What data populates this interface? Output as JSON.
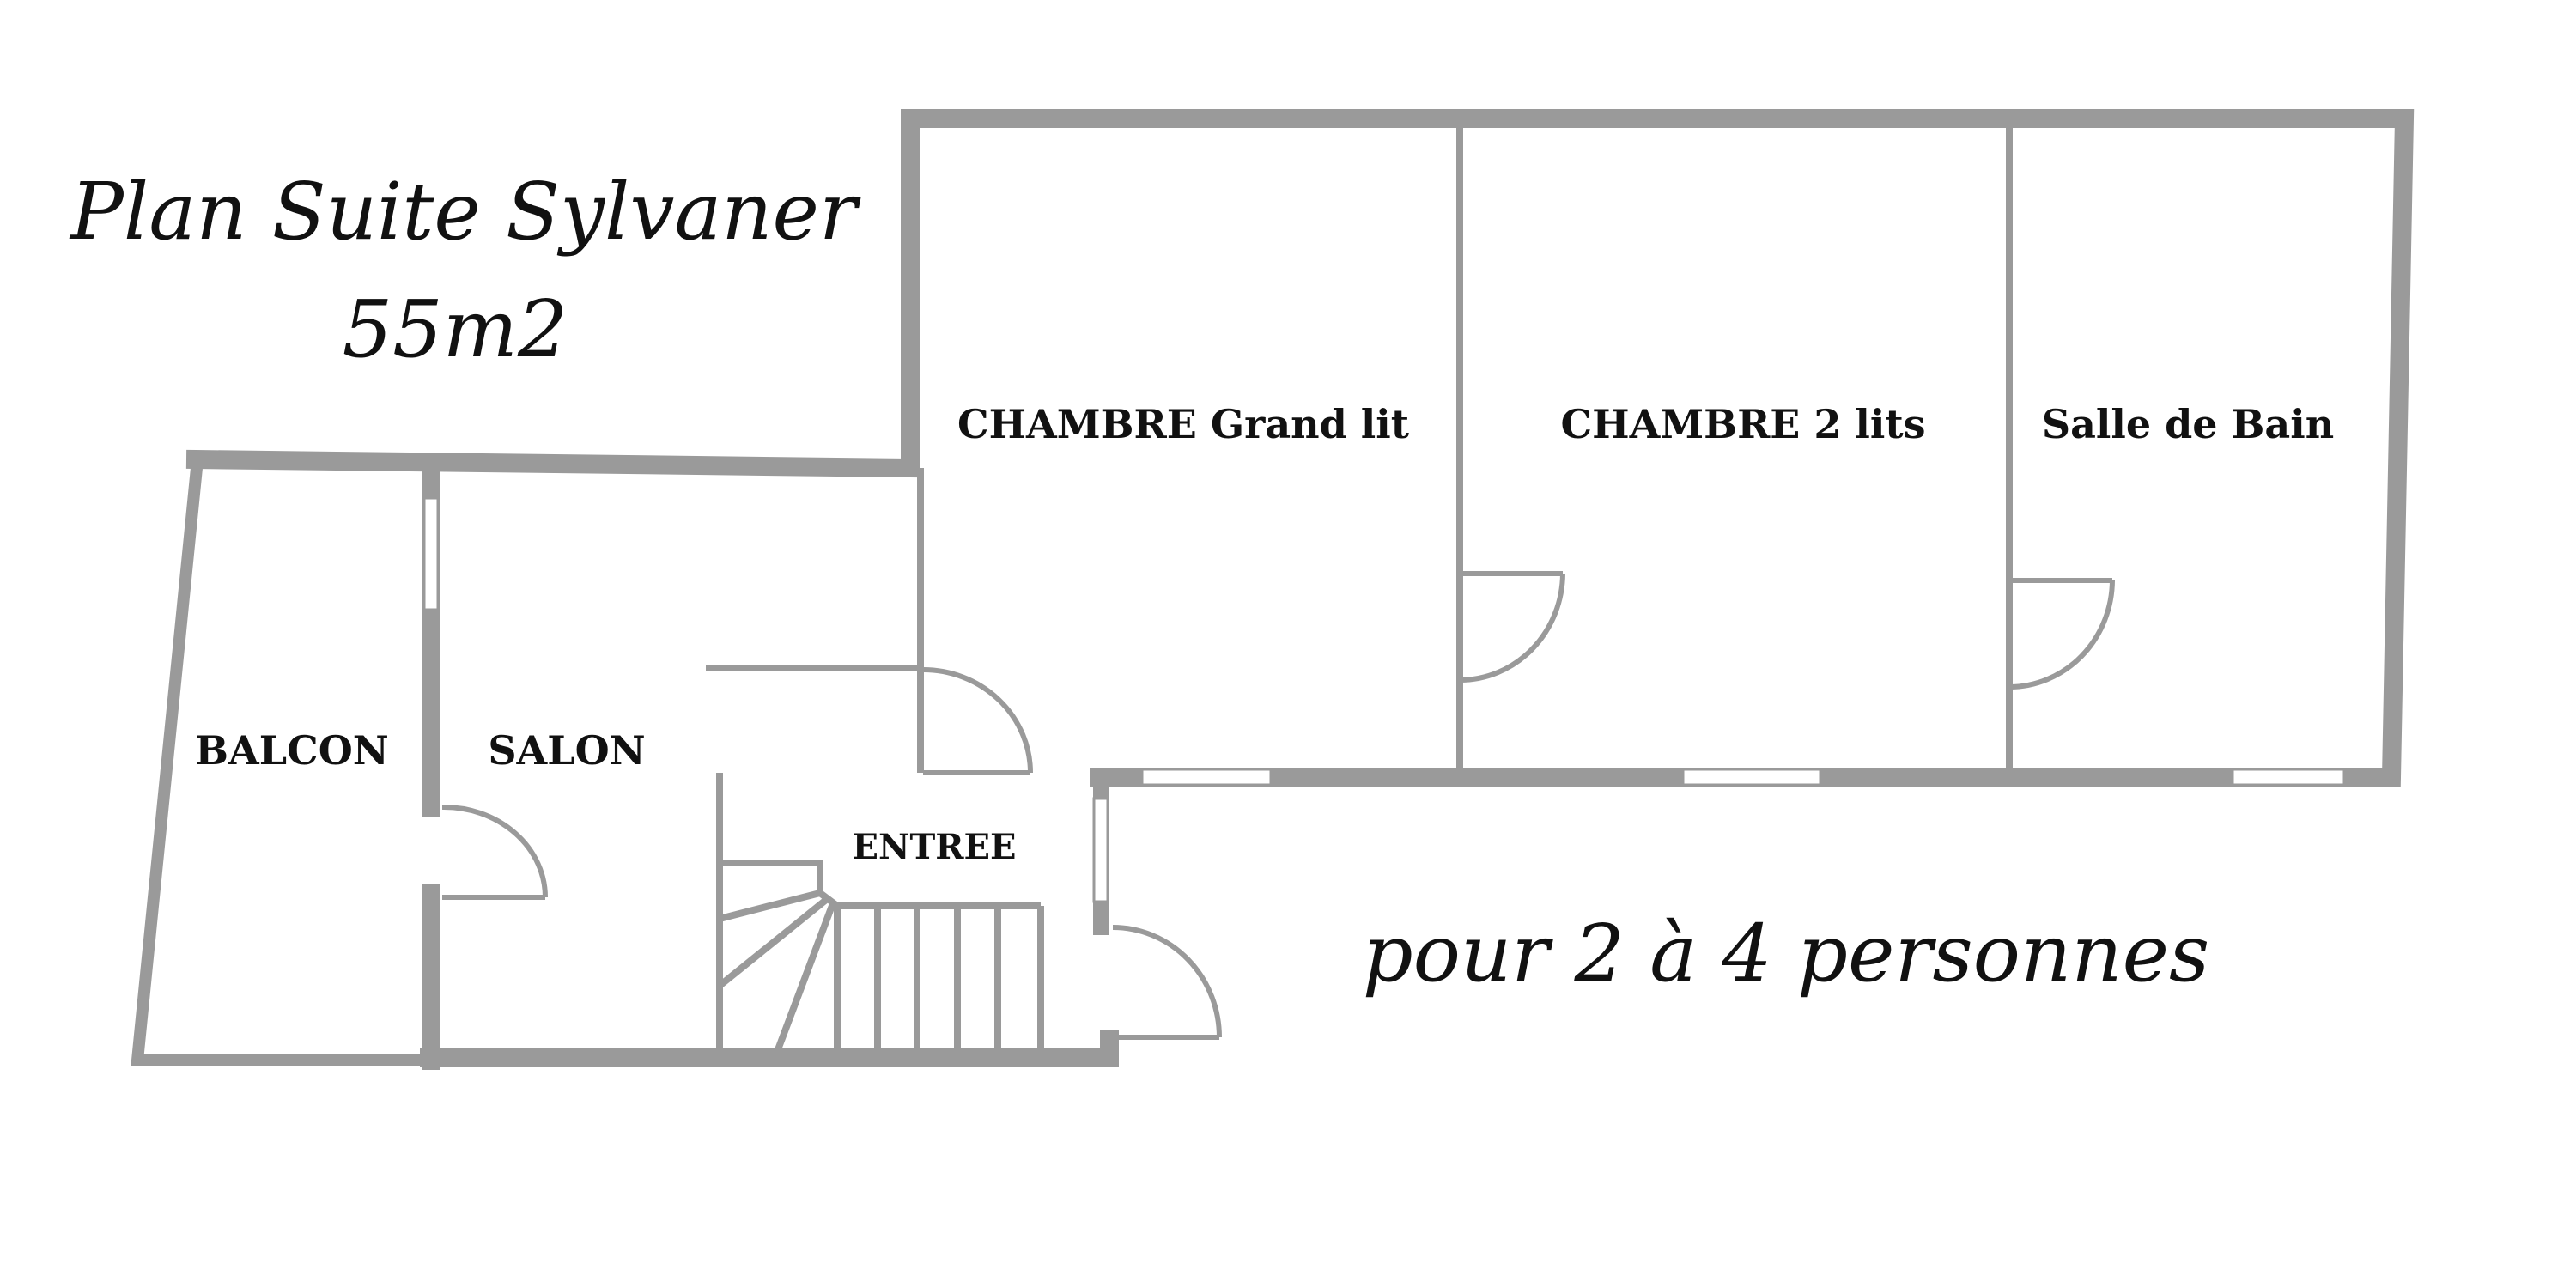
{
  "title": {
    "line1": "Plan Suite Sylvaner",
    "line2": "55m2"
  },
  "rooms": {
    "chambre_grand_lit": "CHAMBRE Grand lit",
    "chambre_2_lits": "CHAMBRE 2 lits",
    "salle_de_bain": "Salle de Bain",
    "balcon": "BALCON",
    "salon": "SALON",
    "entree": "ENTREE"
  },
  "capacity": "pour 2 à 4 personnes",
  "colors": {
    "wall": "#9a9a9a",
    "text": "#111111",
    "background": "#ffffff"
  }
}
